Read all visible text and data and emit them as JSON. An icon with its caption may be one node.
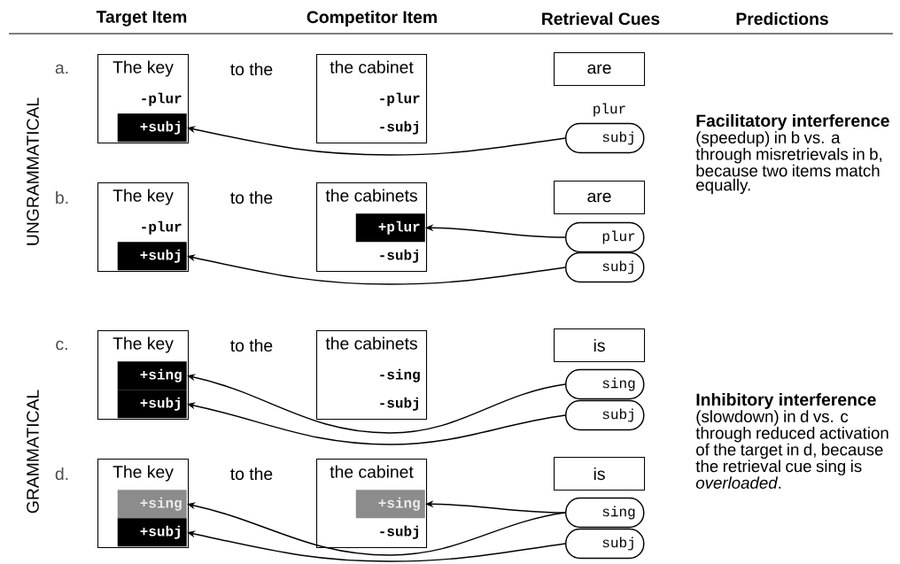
{
  "diagram": {
    "nodes": [
      {
        "text": [
          "The key"
        ]
      },
      {
        "text": [
          "-plur"
        ],
        "in": 0
      },
      {
        "text": [
          "+subj"
        ],
        "in": 0
      },
      {
        "text": [
          "the cabinet"
        ]
      },
      {
        "text": [
          "-plur"
        ],
        "in": 3
      },
      {
        "text": [
          "-subj"
        ],
        "in": 3
      },
      {
        "text": [
          "are"
        ]
      },
      {
        "text": [
          "subj"
        ]
      },
      {
        "text": [
          "The key"
        ]
      },
      {
        "text": [
          "-plur"
        ],
        "in": 8
      },
      {
        "text": [
          "+subj"
        ],
        "in": 8
      },
      {
        "text": [
          "the cabinets"
        ]
      },
      {
        "text": [
          "+plur"
        ],
        "in": 11
      },
      {
        "text": [
          "-subj"
        ],
        "in": 11
      },
      {
        "text": [
          "are"
        ]
      },
      {
        "text": [
          "plur"
        ]
      },
      {
        "text": [
          "subj"
        ]
      },
      {
        "text": [
          "The key"
        ]
      },
      {
        "text": [
          "+sing"
        ],
        "in": 17
      },
      {
        "text": [
          "+subj"
        ],
        "in": 17
      },
      {
        "text": [
          "the cabinets"
        ]
      },
      {
        "text": [
          "-sing"
        ],
        "in": 20
      },
      {
        "text": [
          "-subj"
        ],
        "in": 20
      },
      {
        "text": [
          "is"
        ]
      },
      {
        "text": [
          "sing"
        ]
      },
      {
        "text": [
          "subj"
        ]
      },
      {
        "text": [
          "The key"
        ]
      },
      {
        "text": [
          "+sing"
        ],
        "in": 26
      },
      {
        "text": [
          "+subj"
        ],
        "in": 26
      },
      {
        "text": [
          "the cabinet"
        ]
      },
      {
        "text": [
          "+sing"
        ],
        "in": 29
      },
      {
        "text": [
          "-subj"
        ],
        "in": 29
      },
      {
        "text": [
          "is"
        ]
      },
      {
        "text": [
          "sing"
        ]
      },
      {
        "text": [
          "subj"
        ]
      }
    ],
    "edges": [
      {
        "from": 7,
        "to": 2,
        "arrow": "to"
      },
      {
        "from": 15,
        "to": 12,
        "arrow": "to"
      },
      {
        "from": 16,
        "to": 10,
        "arrow": "to"
      },
      {
        "from": 24,
        "to": 18,
        "arrow": "to"
      },
      {
        "from": 25,
        "to": 19,
        "arrow": "to"
      },
      {
        "from": 33,
        "to": 27,
        "arrow": "to"
      },
      {
        "from": 33,
        "to": 30,
        "arrow": "to"
      },
      {
        "from": 34,
        "to": 28,
        "arrow": "to"
      }
    ],
    "labels": [
      "Target Item",
      "Competitor Item",
      "Retrieval Cues",
      "Predictions",
      "UNGRAMMATICAL",
      "a.",
      "to the",
      "plur",
      "Facilitatory interference",
      "(speedup) in b vs. a through misretrievals in b, because two items match equally.",
      "b.",
      "to the",
      "GRAMMATICAL",
      "c.",
      "to the",
      "Inhibitory interference",
      "(slowdown) in d vs. c through reduced activation of the target in d, because the retrieval cue sing is *overloaded*.",
      "d.",
      "to the"
    ]
  }
}
